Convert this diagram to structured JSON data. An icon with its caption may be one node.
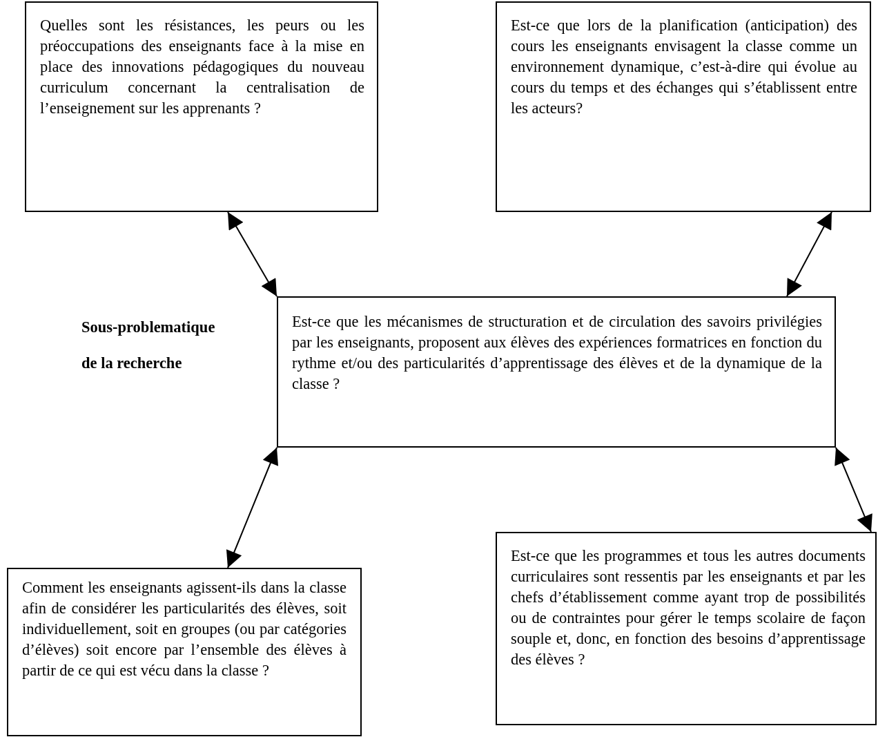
{
  "diagram": {
    "nodes": [
      {
        "text": [
          "Quelles sont les résistances, les peurs ou les préoccupations des enseignants face à la mise en place des innovations pédagogiques du nouveau curriculum concernant la centralisation de l’enseignement sur les apprenants ?"
        ]
      },
      {
        "text": [
          "Est-ce que lors de la planification (anticipation) des cours les enseignants envisagent la classe comme un environnement dynamique, c’est-à-dire qui évolue au cours du temps et des échanges qui s’établissent entre les acteurs?"
        ]
      },
      {
        "text": [
          "Est-ce que les mécanismes de structuration et de circulation des savoirs privilégies par les enseignants, proposent aux élèves des expériences formatrices en fonction du rythme et/ou des particularités d’apprentissage des élèves et de la dynamique de la classe ?"
        ]
      },
      {
        "text": [
          "Comment les enseignants agissent-ils dans la classe afin de considérer les particularités des élèves, soit individuellement, soit en groupes (ou par catégories d’élèves) soit encore par l’ensemble des élèves à partir de ce qui est vécu dans la classe ?"
        ]
      },
      {
        "text": [
          "Est-ce que les programmes et tous les autres documents curriculaires sont ressentis par les enseignants et par les chefs d’établissement comme ayant trop de possibilités ou de contraintes pour gérer le temps scolaire de façon souple et, donc, en fonction des besoins d’apprentissage des élèves ?"
        ]
      }
    ],
    "edges": [
      {
        "from": 0,
        "to": 2,
        "arrow": "both"
      },
      {
        "from": 1,
        "to": 2,
        "arrow": "both"
      },
      {
        "from": 2,
        "to": 3,
        "arrow": "both"
      },
      {
        "from": 2,
        "to": 4,
        "arrow": "both"
      }
    ],
    "labels": [
      "Sous-problematique de la recherche"
    ]
  }
}
